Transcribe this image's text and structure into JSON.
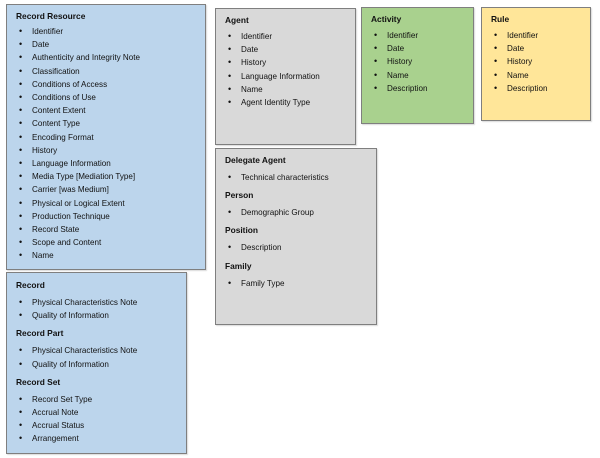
{
  "colors": {
    "blue": "#bcd5ec",
    "grey": "#d9d9d9",
    "green": "#a9d18e",
    "yellow": "#ffe699"
  },
  "record_resource": {
    "title": "Record Resource",
    "items": [
      "Identifier",
      "Date",
      "Authenticity and Integrity Note",
      "Classification",
      "Conditions of Access",
      "Conditions of Use",
      "Content Extent",
      "Content Type",
      "Encoding Format",
      "History",
      "Language Information",
      "Media Type [Mediation Type]",
      "Carrier [was Medium]",
      "Physical or Logical Extent",
      "Production Technique",
      "Record State",
      "Scope and Content",
      "Name"
    ]
  },
  "record_box": {
    "sections": [
      {
        "title": "Record",
        "items": [
          "Physical Characteristics Note",
          "Quality of Information"
        ]
      },
      {
        "title": "Record Part",
        "items": [
          "Physical Characteristics Note",
          "Quality of Information"
        ]
      },
      {
        "title": "Record Set",
        "items": [
          "Record Set Type",
          "Accrual Note",
          "Accrual Status",
          "Arrangement"
        ]
      }
    ]
  },
  "agent": {
    "title": "Agent",
    "items": [
      "Identifier",
      "Date",
      "History",
      "Language Information",
      "Name",
      "Agent Identity Type"
    ]
  },
  "delegate_box": {
    "sections": [
      {
        "title": "Delegate Agent",
        "items": [
          "Technical characteristics"
        ]
      },
      {
        "title": "Person",
        "items": [
          "Demographic Group"
        ]
      },
      {
        "title": "Position",
        "items": [
          "Description"
        ]
      },
      {
        "title": "Family",
        "items": [
          "Family Type"
        ]
      }
    ]
  },
  "activity": {
    "title": "Activity",
    "items": [
      "Identifier",
      "Date",
      "History",
      "Name",
      "Description"
    ]
  },
  "rule": {
    "title": "Rule",
    "items": [
      "Identifier",
      "Date",
      "History",
      "Name",
      "Description"
    ]
  }
}
